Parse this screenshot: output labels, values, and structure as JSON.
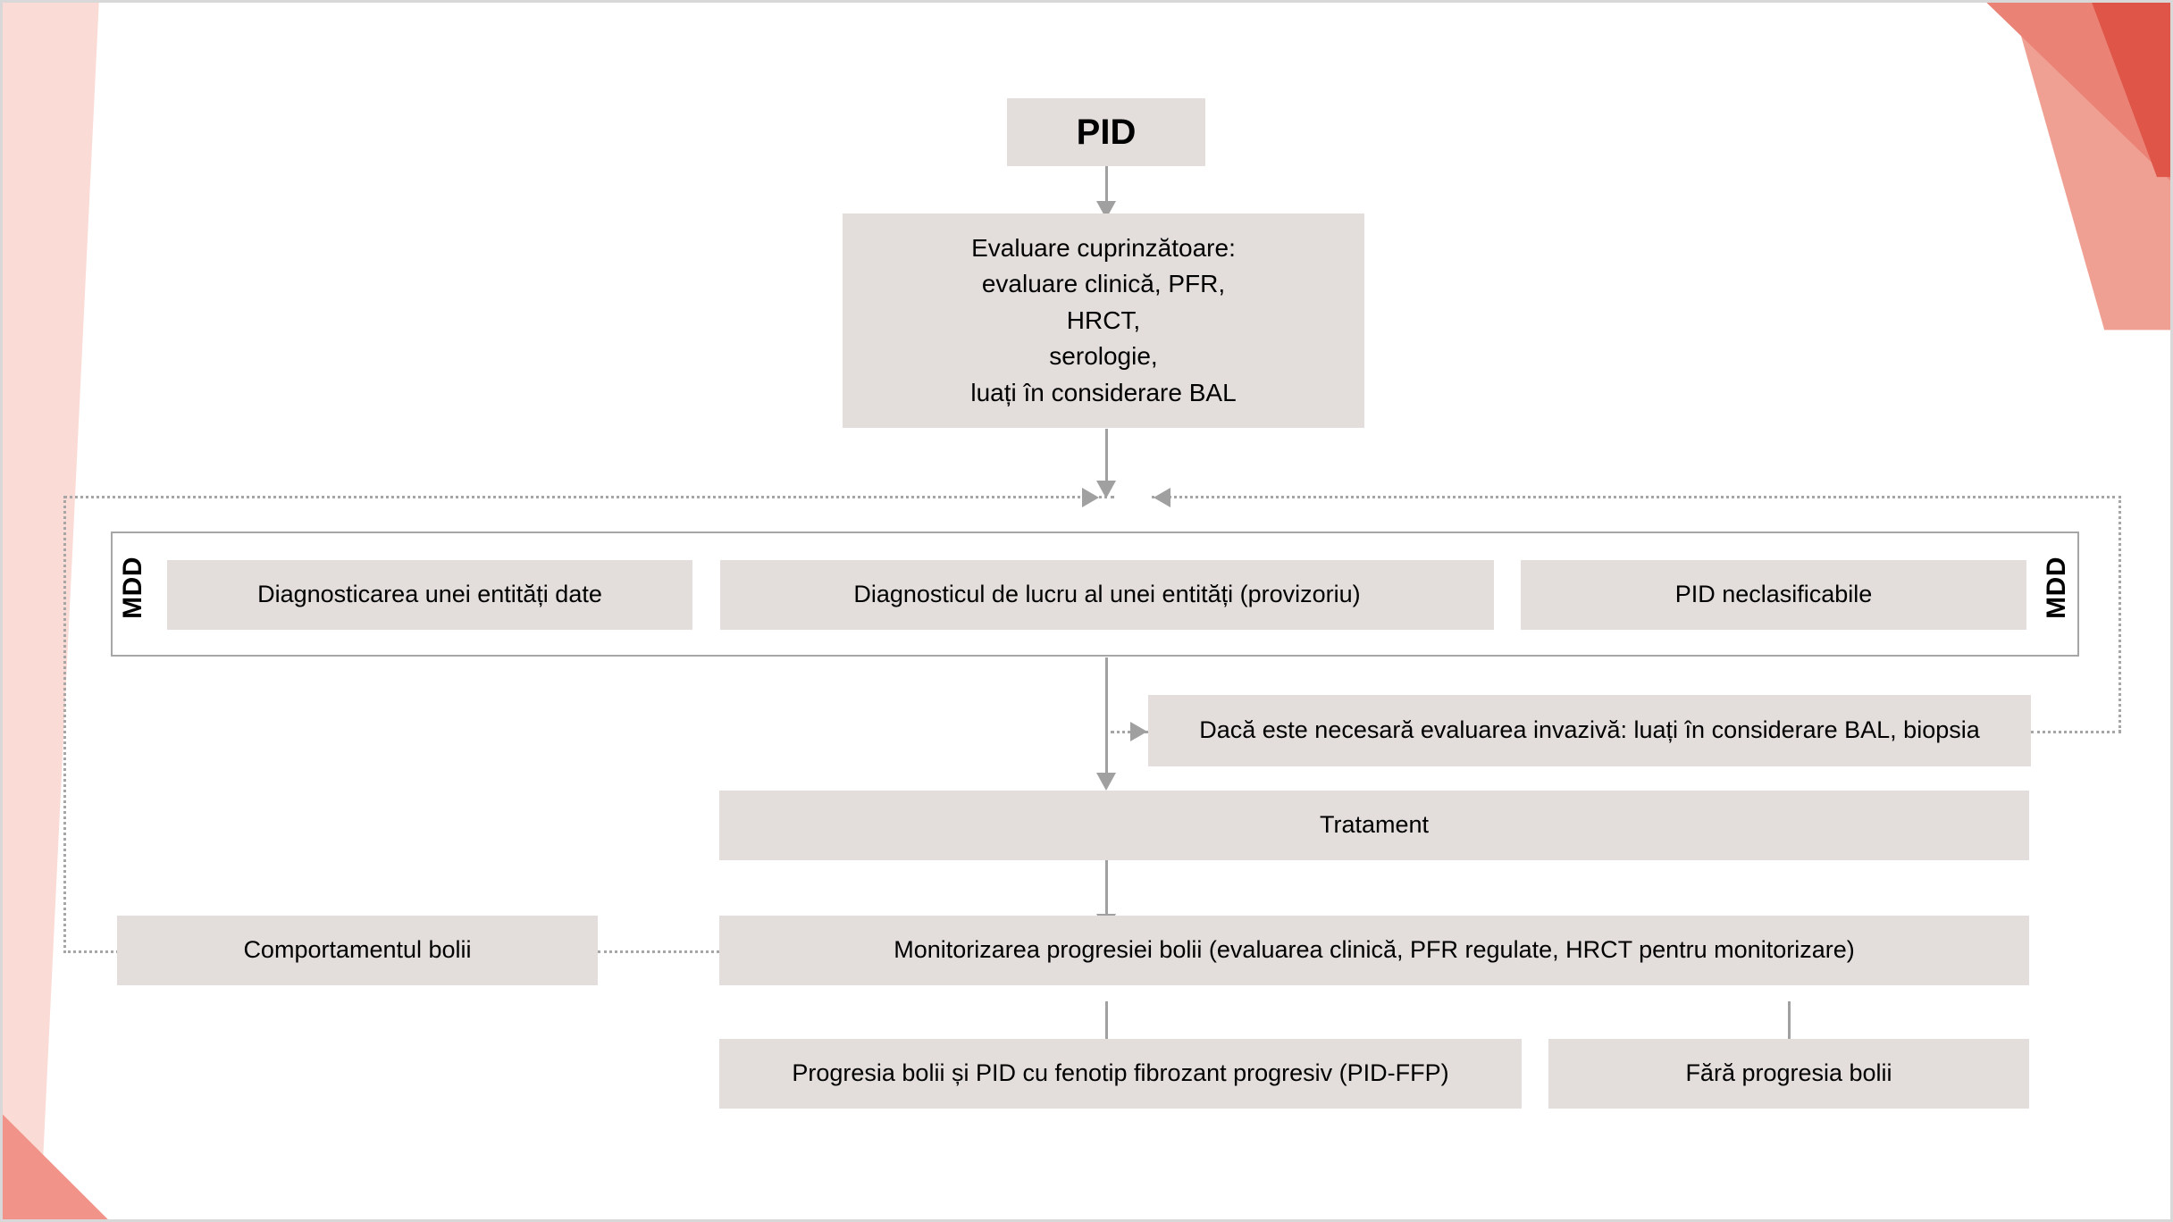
{
  "diagram": {
    "title_box": {
      "label": "PID"
    },
    "assessment_box": {
      "label": "Evaluare cuprinzătoare:\nevaluare clinică, PFR,\nHRCT,\nserologie,\nluați în considerare BAL"
    },
    "mdd": {
      "label_left": "MDD",
      "label_right": "MDD",
      "options": [
        {
          "label": "Diagnosticarea unei entități date"
        },
        {
          "label": "Diagnosticul de lucru al unei entități (provizoriu)"
        },
        {
          "label": "PID neclasificabile"
        }
      ]
    },
    "invasive_box": {
      "label": "Dacă este necesară evaluarea invazivă: luați în considerare BAL, biopsia"
    },
    "treatment_box": {
      "label": "Tratament"
    },
    "behaviour_box": {
      "label": "Comportamentul bolii"
    },
    "monitoring_box": {
      "label": "Monitorizarea progresiei bolii (evaluarea clinică, PFR regulate, HRCT pentru monitorizare)"
    },
    "outcomes": [
      {
        "label": "Progresia bolii și PID cu fenotip fibrozant progresiv (PID-FFP)"
      },
      {
        "label": "Fără progresia bolii"
      }
    ]
  },
  "theme": {
    "box_fill": "#e3dedc",
    "connector": "#a0a0a0",
    "panel_border": "#a6a6a6",
    "decor_pink_light": "#fadbd5",
    "decor_salmon": "#f2938a",
    "decor_salmon_soft": "#ef9a90",
    "decor_red": "#e0564a",
    "text": "#000000"
  }
}
